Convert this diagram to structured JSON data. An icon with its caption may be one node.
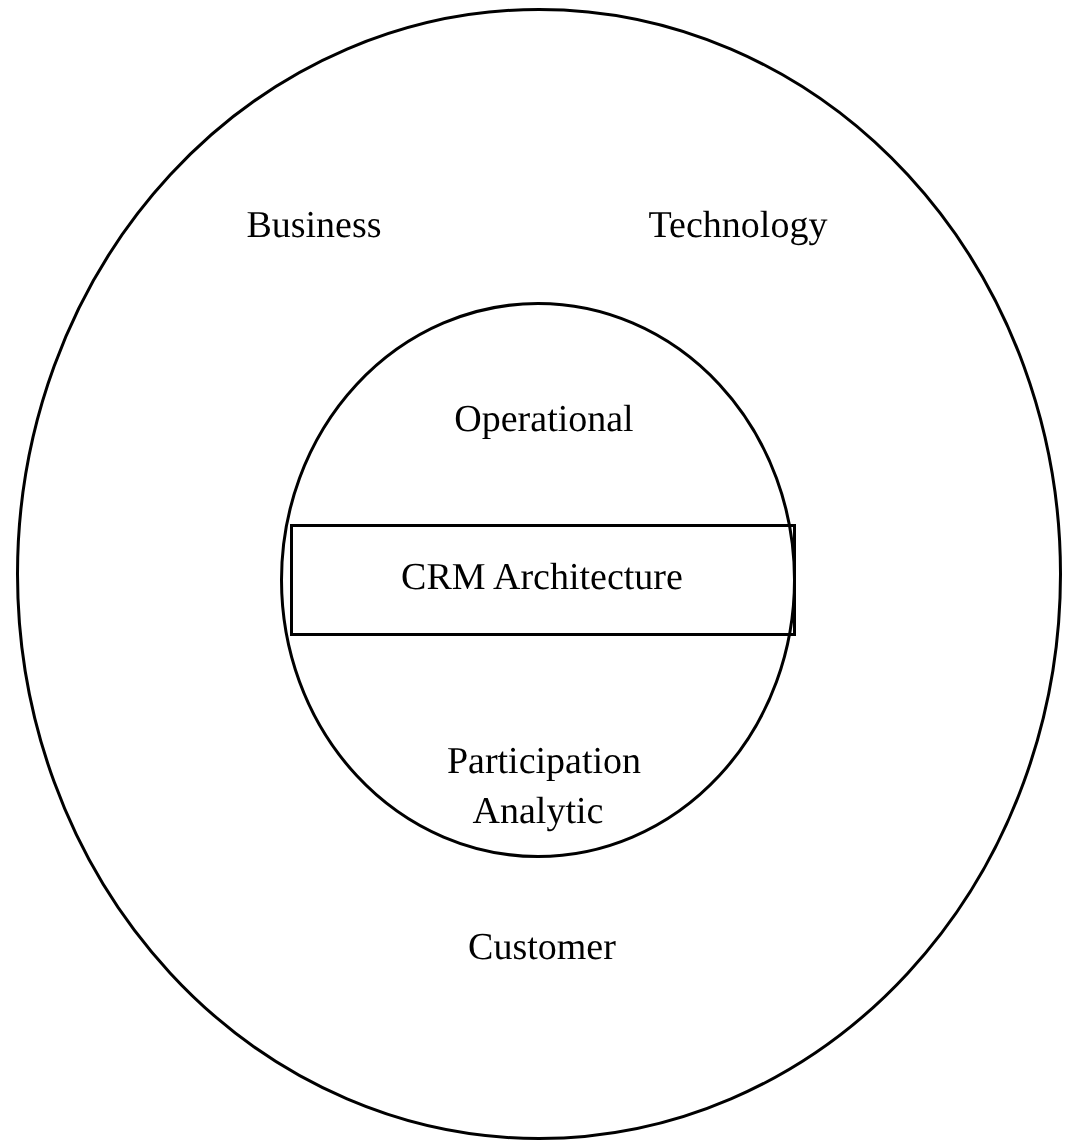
{
  "diagram": {
    "nodes": [
      {
        "text": [
          "Business",
          "Technology",
          "Customer"
        ]
      },
      {
        "text": [
          "Operational",
          "Participation",
          "Analytic"
        ],
        "in": 0
      },
      {
        "text": [
          "CRM Architecture"
        ],
        "in": 1
      }
    ]
  }
}
